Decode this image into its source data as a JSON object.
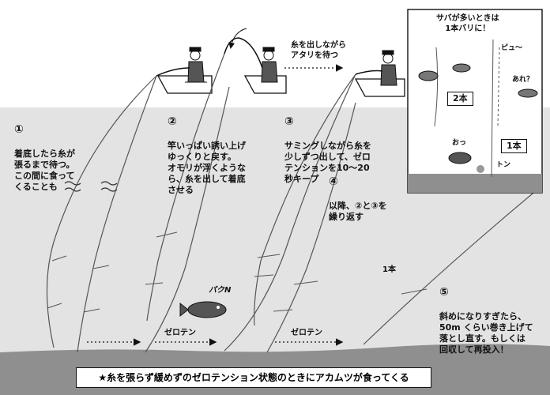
{
  "steps": [
    {
      "num": "①",
      "text": "着底したら糸が\n張るまで待つ。\nこの間に食って\nくることも"
    },
    {
      "num": "②",
      "text": "竿いっぱい誘い上げ\nゆっくりと戻す。\nオモリが浮くような\nら、糸を出して着底\nさせる"
    },
    {
      "num": "③",
      "text": "サミングしながら糸を\n少しずつ出して、ゼロ\nテンションを10〜20\n秒キープ"
    },
    {
      "num": "④",
      "text": "以降、②と③を\n繰り返す"
    },
    {
      "num": "⑤",
      "text": "斜めになりすぎたら、\n50m くらい巻き上げて\n落とし直す。もしくは\n回収して再投入！"
    }
  ],
  "labels": {
    "line_out": "糸を出しながら\nアタリを待つ",
    "zero_tension_1": "ゼロテン",
    "zero_tension_2": "ゼロテン",
    "one_hook": "1本",
    "fish_sound": "パクN",
    "footer": "★糸を張らず緩めずのゼロテンション状態のときにアカムツが食ってくる"
  },
  "inset": {
    "title": "サバが多いときは\n1本バリに！",
    "box_2": "2本",
    "box_1": "1本",
    "sound_pi": "ピュ〜",
    "sound_are": "あれ？",
    "sound_o": "おっ",
    "sound_ton": "トン"
  },
  "colors": {
    "sea": "#e3e3e3",
    "seabed": "#8f8f8f",
    "line": "#555555",
    "ink": "#111111"
  }
}
